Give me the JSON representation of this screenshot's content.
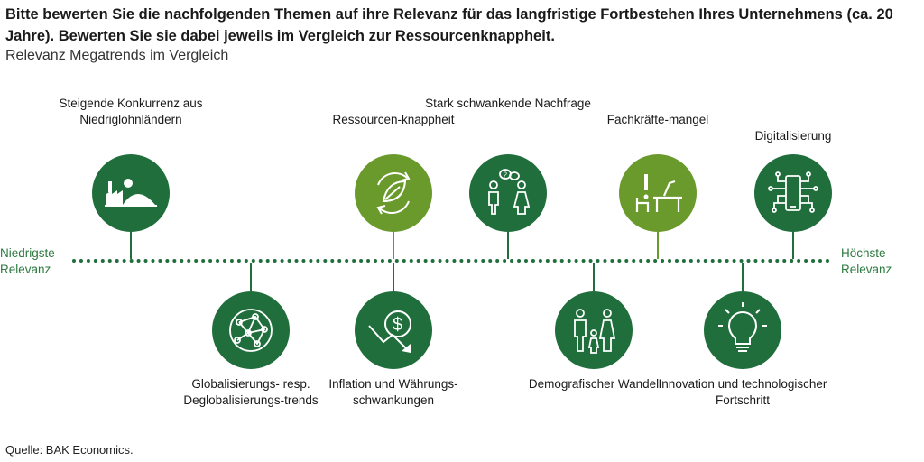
{
  "title": "Bitte bewerten Sie die nachfolgenden Themen auf ihre Relevanz für das langfristige Fortbestehen Ihres Unternehmens (ca. 20 Jahre). Bewerten Sie sie dabei jeweils im Vergleich zur Ressourcenknappheit.",
  "subtitle": "Relevanz Megatrends im Vergleich",
  "axis": {
    "left_label": "Niedrigste Relevanz",
    "right_label": "Höchste Relevanz"
  },
  "colors": {
    "dark_green": "#1f6e3c",
    "light_green": "#6a9a2c",
    "label_green": "#2c7a3f"
  },
  "items_top": [
    {
      "label": "Steigende Konkurrenz aus Niedriglohnländern",
      "icon": "factory-landscape-icon",
      "tone": "dark"
    },
    {
      "label": "Ressourcen-knappheit",
      "icon": "recycle-leaf-icon",
      "tone": "light"
    },
    {
      "label": "Stark schwankende Nachfrage",
      "icon": "people-talking-icon",
      "tone": "dark"
    },
    {
      "label": "Fachkräfte-mangel",
      "icon": "empty-desk-icon",
      "tone": "light"
    },
    {
      "label": "Digitalisierung",
      "icon": "circuit-phone-icon",
      "tone": "dark"
    }
  ],
  "items_bottom": [
    {
      "label": "Globalisierungs- resp. Deglobalisierungs-trends",
      "icon": "network-globe-icon",
      "tone": "dark"
    },
    {
      "label": "Inflation und Währungs-schwankungen",
      "icon": "dollar-decline-icon",
      "tone": "dark"
    },
    {
      "label": "Demografischer Wandel",
      "icon": "family-icon",
      "tone": "dark"
    },
    {
      "label": "Innovation und technologischer Fortschritt",
      "icon": "lightbulb-icon",
      "tone": "dark"
    }
  ],
  "source": "Quelle: BAK Economics."
}
